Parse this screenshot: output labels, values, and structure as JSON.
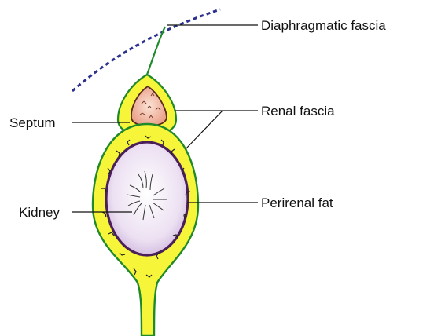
{
  "labels": {
    "diaphragmatic_fascia": "Diaphragmatic fascia",
    "renal_fascia": "Renal fascia",
    "septum": "Septum",
    "perirenal_fat": "Perirenal fat",
    "kidney": "Kidney"
  },
  "colors": {
    "fascia_line": "#1f8a2a",
    "fat_fill": "#f7f53a",
    "kidney_fill": "#e6d8ee",
    "kidney_outline": "#5a2a6a",
    "adrenal_fill": "#f2b39a",
    "diaphragm_dash": "#2b2f8f",
    "leader_line": "#111111"
  }
}
